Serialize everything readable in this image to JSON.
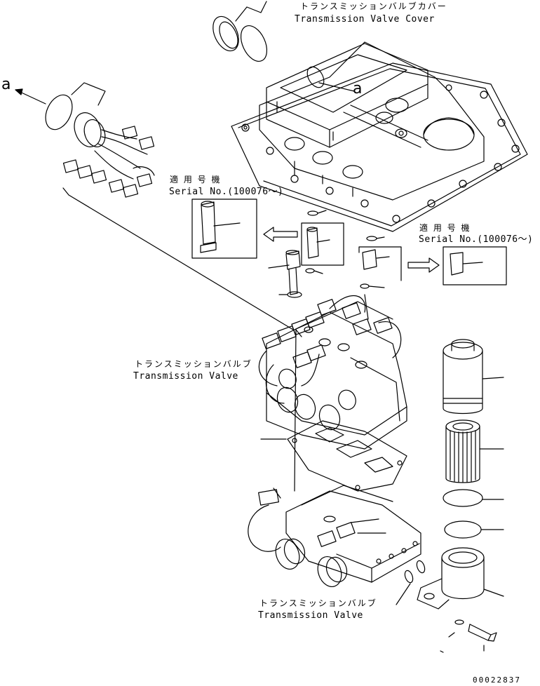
{
  "labels": {
    "valve_cover_jp": "トランスミッションバルブカバー",
    "valve_cover_en": "Transmission Valve Cover",
    "serial_jp_1": "適 用 号 機",
    "serial_en_1": "Serial No.(100076～)",
    "serial_jp_2": "適 用 号 機",
    "serial_en_2": "Serial No.(100076～)",
    "valve_upper_jp": "トランスミッションバルブ",
    "valve_upper_en": "Transmission Valve",
    "valve_lower_jp": "トランスミッションバルブ",
    "valve_lower_en": "Transmission Valve",
    "callout_a_left": "a",
    "callout_a_right": "a",
    "drawing_number": "00022837"
  }
}
